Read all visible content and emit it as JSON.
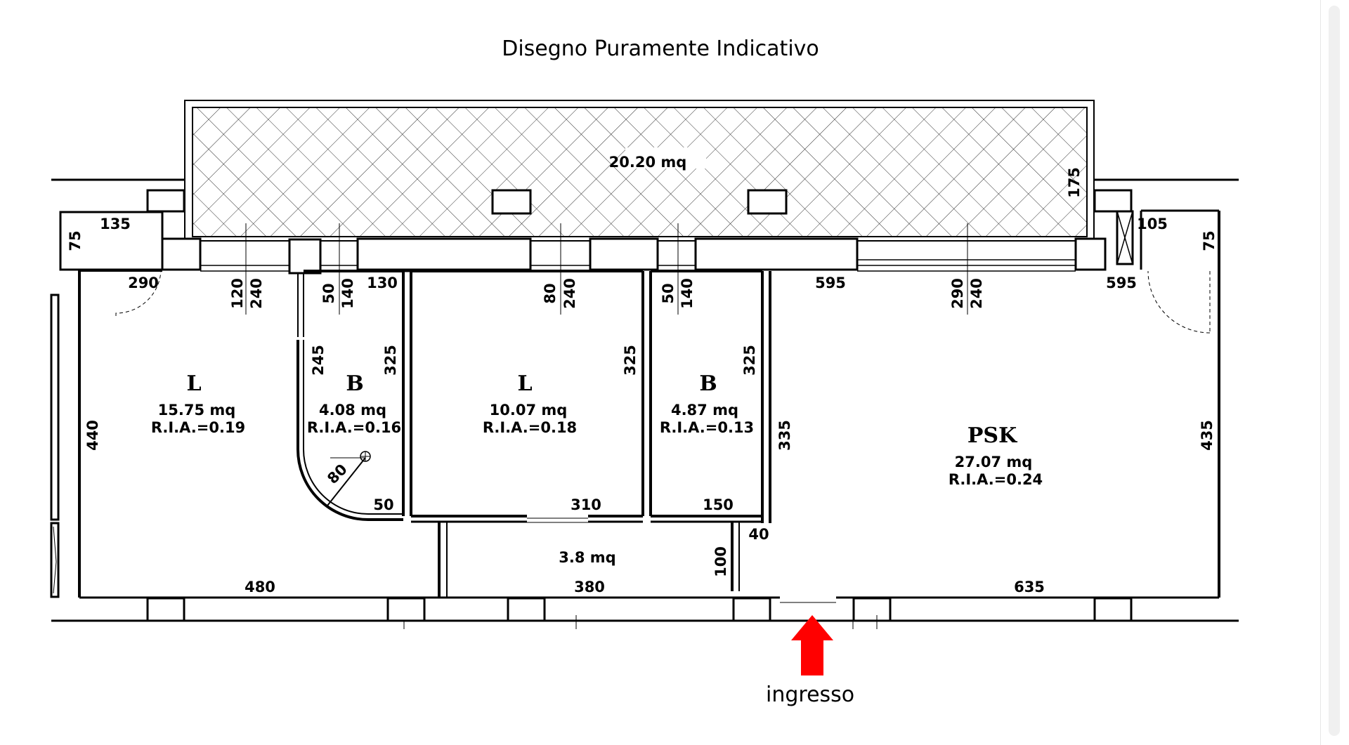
{
  "title": "Disegno Puramente Indicativo",
  "entrance_label": "ingresso",
  "terrace": {
    "area": "20.20  mq",
    "depth": "175"
  },
  "rooms": {
    "living_left": {
      "code": "L",
      "area": "15.75  mq",
      "ria": "R.I.A.=0.19"
    },
    "bath_left": {
      "code": "B",
      "area": "4.08  mq",
      "ria": "R.I.A.=0.16"
    },
    "living_center": {
      "code": "L",
      "area": "10.07  mq",
      "ria": "R.I.A.=0.18"
    },
    "bath_right": {
      "code": "B",
      "area": "4.87  mq",
      "ria": "R.I.A.=0.13"
    },
    "psk": {
      "code": "PSK",
      "area": "27.07  mq",
      "ria": "R.I.A.=0.24"
    },
    "hall": {
      "area": "3.8  mq"
    }
  },
  "dimensions": {
    "d135": "135",
    "d75a": "75",
    "d290a": "290",
    "d120": "120",
    "d240a": "240",
    "d50a": "50",
    "d140a": "140",
    "d130": "130",
    "d80a": "80",
    "d240b": "240",
    "d50b": "50",
    "d140b": "140",
    "d595a": "595",
    "d290b": "290",
    "d240c": "240",
    "d595b": "595",
    "d105": "105",
    "d75b": "75",
    "d440": "440",
    "d245": "245",
    "d325a": "325",
    "d325b": "325",
    "d325c": "325",
    "d335": "335",
    "d435": "435",
    "d80b": "80",
    "d50c": "50",
    "d310": "310",
    "d150": "150",
    "d40": "40",
    "d100": "100",
    "d480": "480",
    "d380": "380",
    "d635": "635"
  },
  "colors": {
    "arrow": "#ff0000",
    "line": "#000000"
  }
}
